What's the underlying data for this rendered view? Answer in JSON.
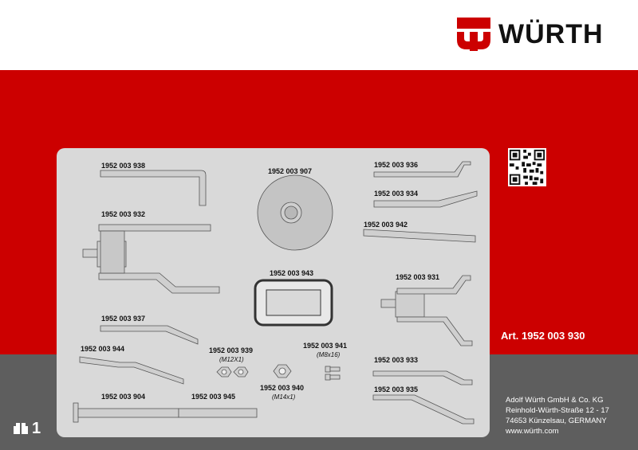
{
  "brand": {
    "name": "WÜRTH",
    "red": "#cc0000",
    "grey": "#5e5e5e"
  },
  "parts": [
    {
      "id": "p938",
      "number": "1952 003 938"
    },
    {
      "id": "p932",
      "number": "1952 003 932"
    },
    {
      "id": "p907",
      "number": "1952 003 907"
    },
    {
      "id": "p936",
      "number": "1952 003 936"
    },
    {
      "id": "p934",
      "number": "1952 003 934"
    },
    {
      "id": "p942",
      "number": "1952 003 942"
    },
    {
      "id": "p943",
      "number": "1952 003 943"
    },
    {
      "id": "p931",
      "number": "1952 003 931"
    },
    {
      "id": "p937",
      "number": "1952 003 937"
    },
    {
      "id": "p944",
      "number": "1952 003 944"
    },
    {
      "id": "p939",
      "number": "1952 003 939",
      "size": "(M12X1)"
    },
    {
      "id": "p941",
      "number": "1952 003 941",
      "size": "(M8x16)"
    },
    {
      "id": "p940",
      "number": "1952 003 940",
      "size": "(M14x1)"
    },
    {
      "id": "p933",
      "number": "1952 003 933"
    },
    {
      "id": "p935",
      "number": "1952 003 935"
    },
    {
      "id": "p904",
      "number": "1952 003 904"
    },
    {
      "id": "p945",
      "number": "1952 003 945"
    }
  ],
  "article": "Art. 1952 003 930",
  "address": {
    "line1": "Adolf Würth GmbH & Co. KG",
    "line2": "Reinhold-Würth-Straße 12 - 17",
    "line3": "74653 Künzelsau, GERMANY",
    "line4": "www.würth.com"
  },
  "quantity": {
    "value": "1",
    "icon": "package-quantity-icon"
  },
  "qr": {
    "icon": "qr-code-icon"
  }
}
